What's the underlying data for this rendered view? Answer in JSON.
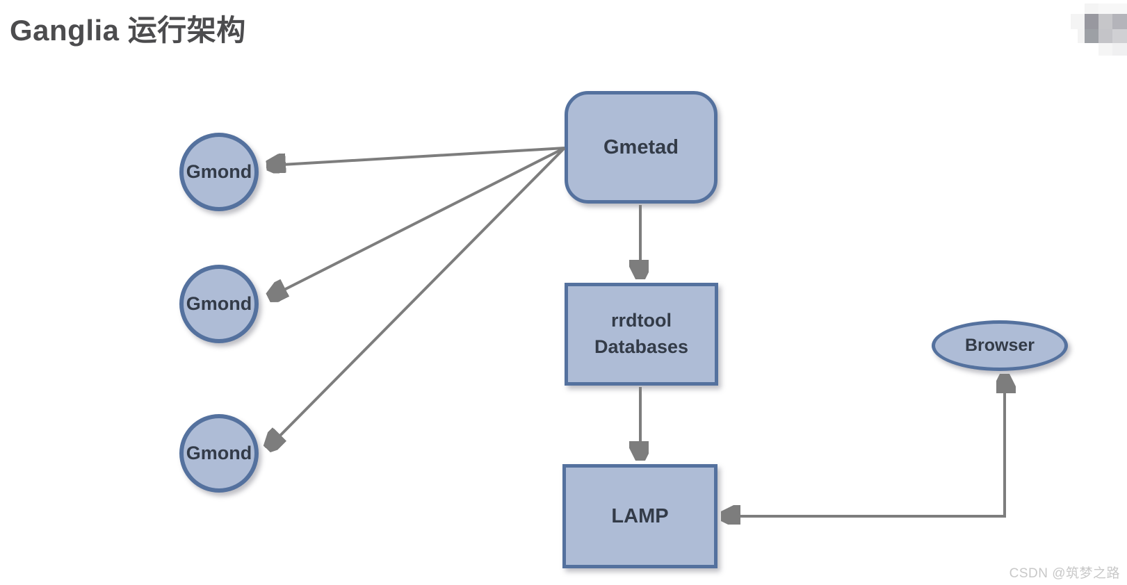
{
  "title": "Ganglia 运行架构",
  "watermark": "CSDN @筑梦之路",
  "colors": {
    "node_fill": "#aebcd6",
    "node_border": "#54719e",
    "arrow": "#7d7d7d",
    "node_text": "#333b48",
    "title_text": "#4c4c4e",
    "watermark_text": "#c8c8c8"
  },
  "nodes": {
    "gmetad": {
      "label": "Gmetad"
    },
    "gmond_top": {
      "label": "Gmond"
    },
    "gmond_middle": {
      "label": "Gmond"
    },
    "gmond_bottom": {
      "label": "Gmond"
    },
    "rrdtool": {
      "line1": "rrdtool",
      "line2": "Databases"
    },
    "lamp": {
      "label": "LAMP"
    },
    "browser": {
      "label": "Browser"
    }
  },
  "edges": [
    {
      "from": "Gmetad",
      "to": "Gmond (top)",
      "direction": "one-way"
    },
    {
      "from": "Gmetad",
      "to": "Gmond (middle)",
      "direction": "one-way"
    },
    {
      "from": "Gmetad",
      "to": "Gmond (bottom)",
      "direction": "one-way"
    },
    {
      "from": "Gmetad",
      "to": "rrdtool Databases",
      "direction": "one-way"
    },
    {
      "from": "rrdtool Databases",
      "to": "LAMP",
      "direction": "one-way"
    },
    {
      "from": "Browser",
      "to": "LAMP",
      "direction": "two-way"
    }
  ]
}
